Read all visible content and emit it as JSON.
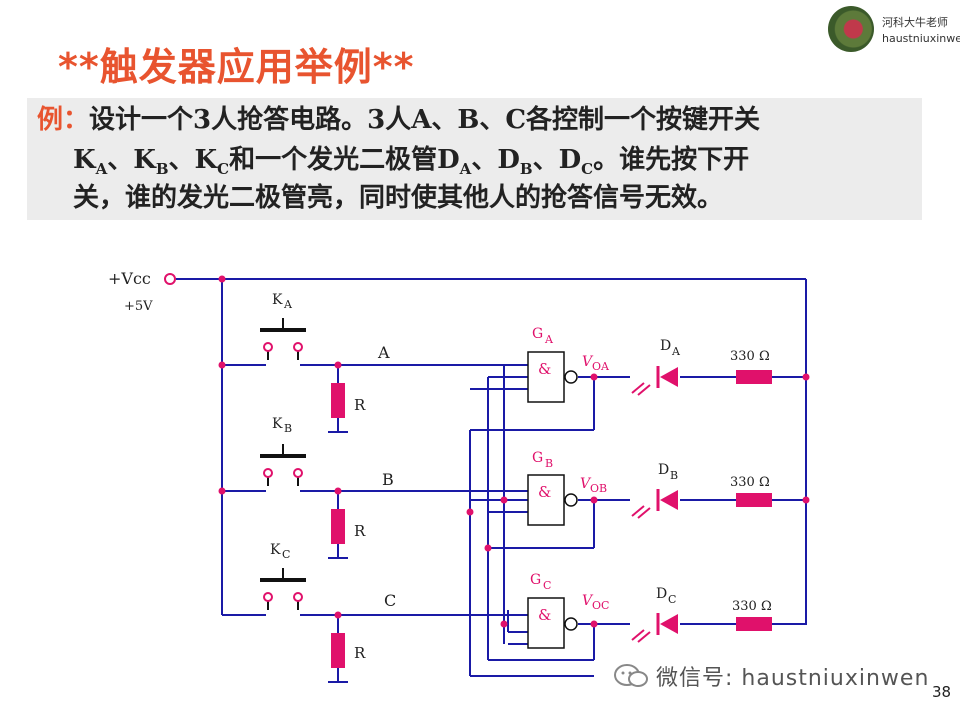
{
  "title": "**触发器应用举例**",
  "logo": {
    "line1": "河科大牛老师",
    "line2": "haustniuxinwen"
  },
  "problem": {
    "label": "例：",
    "line1": "设计一个3人抢答电路。3人A、B、C各控制一个按键开关",
    "line2_part1": "K",
    "line2_subA": "A",
    "line2_part2": "、K",
    "line2_subB": "B",
    "line2_part3": "、K",
    "line2_subC": "C",
    "line2_part4": "和一个发光二极管D",
    "line2_subDA": "A",
    "line2_part5": "、D",
    "line2_subDB": "B",
    "line2_part6": "、D",
    "line2_subDC": "C",
    "line2_part7": "。谁先按下开",
    "line3": "关，谁的发光二极管亮，同时使其他人的抢答信号无效。"
  },
  "circuit": {
    "vcc": "+Vcc",
    "vcc_value": "+5V",
    "switches": [
      "K",
      "K",
      "K"
    ],
    "switch_subs": [
      "A",
      "B",
      "C"
    ],
    "signals": [
      "A",
      "B",
      "C"
    ],
    "resistor_label": "R",
    "gates": [
      "G",
      "G",
      "G"
    ],
    "gate_subs": [
      "A",
      "B",
      "C"
    ],
    "gate_symbol": "&",
    "outputs": [
      "V",
      "V",
      "V"
    ],
    "output_subs": [
      "OA",
      "OB",
      "OC"
    ],
    "leds": [
      "D",
      "D",
      "D"
    ],
    "led_subs": [
      "A",
      "B",
      "C"
    ],
    "led_resistor": "330 Ω",
    "colors": {
      "wire": "#1a1aa6",
      "part": "#e0116b",
      "label_pink": "#e0116b"
    }
  },
  "footer": {
    "wechat": "微信号: haustniuxinwen",
    "page": "38"
  }
}
